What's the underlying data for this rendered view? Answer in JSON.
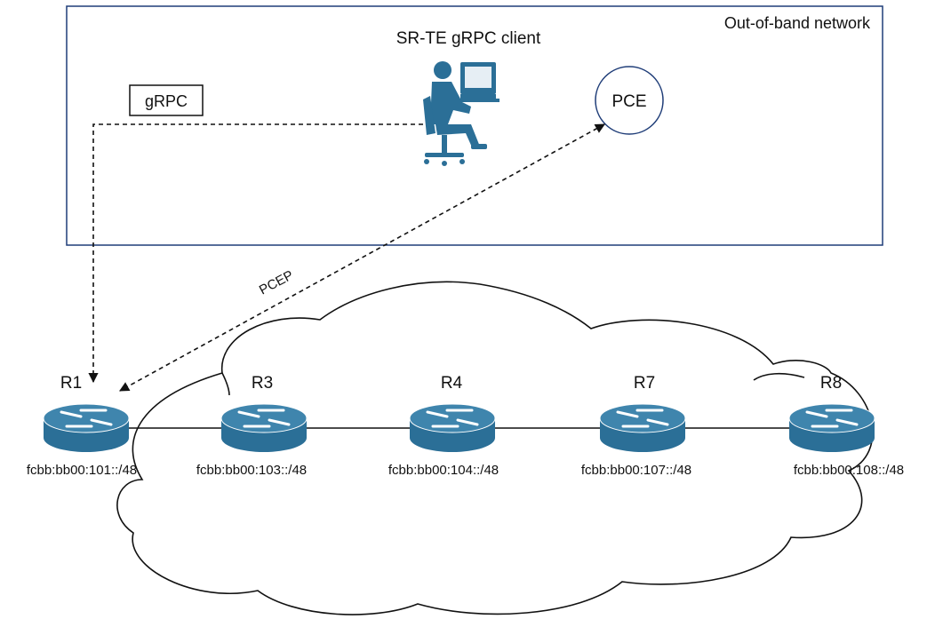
{
  "title": "SR-TE gRPC client",
  "oob_label": "Out-of-band network",
  "grpc_label": "gRPC",
  "pce_label": "PCE",
  "pcep_label": "PCEP",
  "colors": {
    "router": "#2b6f97",
    "router_top": "#3f85ad",
    "oob_border": "#1f3d78",
    "person": "#2b6f97",
    "line": "#111111"
  },
  "routers": [
    {
      "name": "R1",
      "address": "fcbb:bb00:101::/48",
      "icon": "router-icon"
    },
    {
      "name": "R3",
      "address": "fcbb:bb00:103::/48",
      "icon": "router-icon"
    },
    {
      "name": "R4",
      "address": "fcbb:bb00:104::/48",
      "icon": "router-icon"
    },
    {
      "name": "R7",
      "address": "fcbb:bb00:107::/48",
      "icon": "router-icon"
    },
    {
      "name": "R8",
      "address": "fcbb:bb00:108::/48",
      "icon": "router-icon"
    }
  ],
  "links": [
    [
      "R1",
      "R3"
    ],
    [
      "R3",
      "R4"
    ],
    [
      "R4",
      "R7"
    ],
    [
      "R7",
      "R8"
    ]
  ],
  "client_icon": "person-at-computer-icon"
}
